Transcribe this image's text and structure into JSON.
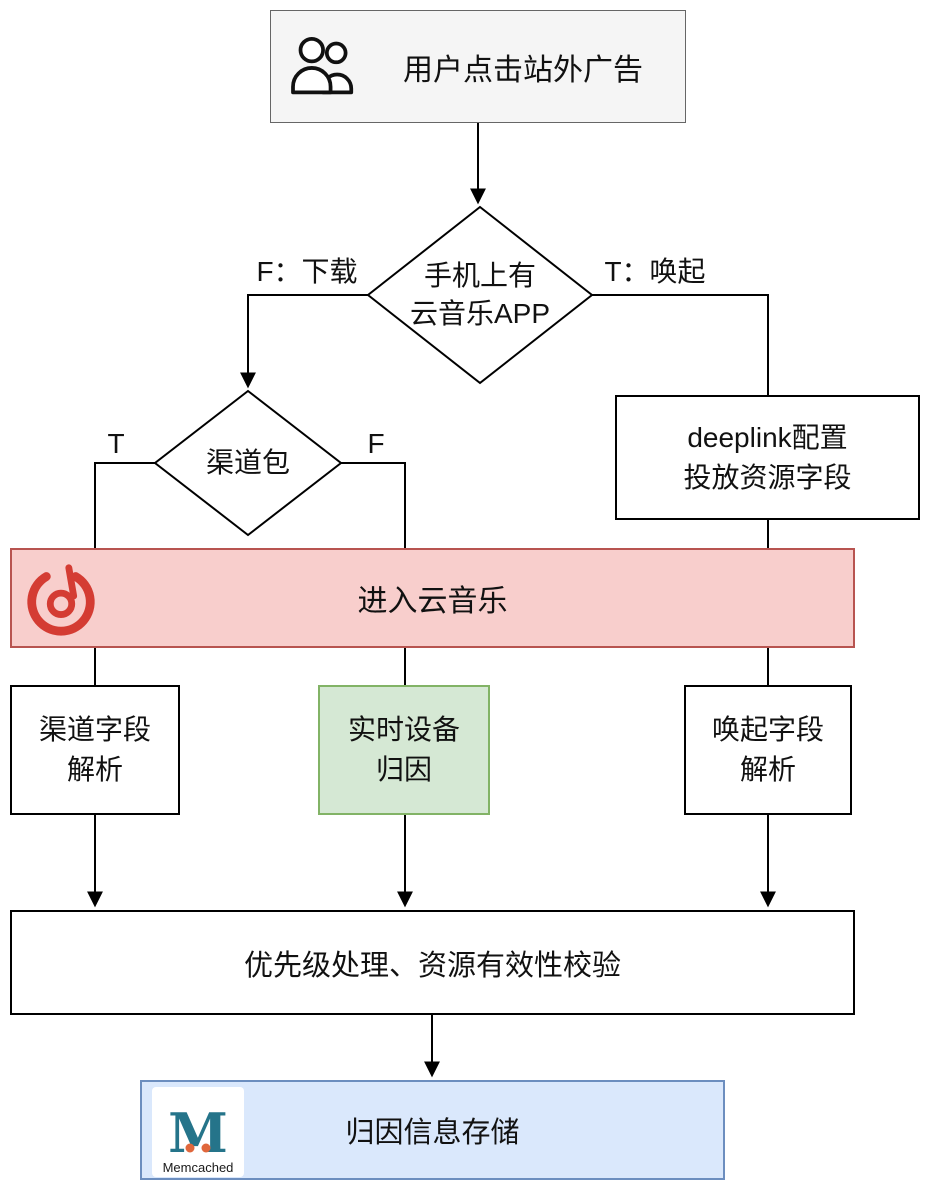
{
  "page": {
    "type": "flowchart",
    "background": "#ffffff"
  },
  "colors": {
    "start_fill": "#f5f5f5",
    "start_border": "#666666",
    "node_border": "#000000",
    "banner_fill": "#f8cecc",
    "banner_border": "#b85450",
    "realtime_fill": "#d5e8d4",
    "realtime_border": "#82b366",
    "storage_fill": "#dae8fc",
    "storage_border": "#6c8ebf",
    "netease_red": "#d43c33",
    "memcached_teal": "#25748a",
    "memcached_orange": "#e0673c",
    "connector": "#000000"
  },
  "nodes": {
    "start": {
      "label": "用户点击站外广告",
      "icon": "users-icon"
    },
    "decision_app": {
      "line1": "手机上有",
      "line2": "云音乐APP"
    },
    "decision_channel": {
      "label": "渠道包"
    },
    "deeplink": {
      "line1": "deeplink配置",
      "line2": "投放资源字段"
    },
    "enter_app": {
      "label": "进入云音乐",
      "icon": "netease-cloud-music-logo"
    },
    "channel_parse": {
      "line1": "渠道字段",
      "line2": "解析"
    },
    "realtime_attribution": {
      "line1": "实时设备",
      "line2": "归因"
    },
    "invoke_parse": {
      "line1": "唤起字段",
      "line2": "解析"
    },
    "priority_check": {
      "label": "优先级处理、资源有效性校验"
    },
    "storage": {
      "label": "归因信息存储",
      "icon": "memcached-logo"
    }
  },
  "edge_labels": {
    "app_false": "F：下载",
    "app_true": "T：唤起",
    "channel_true": "T",
    "channel_false": "F"
  },
  "logos": {
    "memcached_letter": "M",
    "memcached_caption": "Memcached"
  }
}
